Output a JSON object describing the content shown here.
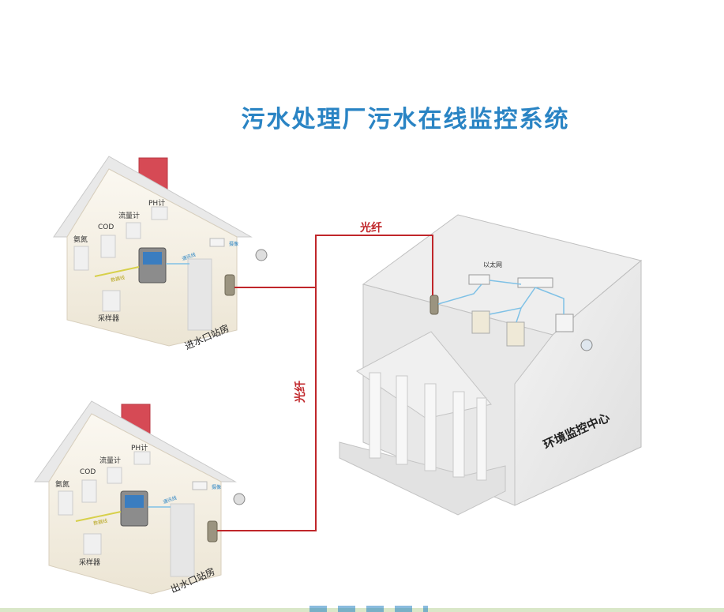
{
  "title": "污水处理厂污水在线监控系统",
  "house_top": {
    "labels": {
      "ph": "PH计",
      "flow": "流量计",
      "cod": "COD",
      "ammonia": "氨氮",
      "sampler": "采样器",
      "camera": "摄像",
      "wire_a": "通讯线",
      "wire_b": "数据线"
    },
    "room": "进水口站房"
  },
  "house_bottom": {
    "labels": {
      "ph": "PH计",
      "flow": "流量计",
      "cod": "COD",
      "ammonia": "氨氮",
      "sampler": "采样器",
      "camera": "摄像",
      "wire_a": "通讯线",
      "wire_b": "数据线"
    },
    "room": "出水口站房"
  },
  "links": {
    "fiber_top": "光纤",
    "fiber_vertical": "光纤"
  },
  "center": {
    "name": "环境监控中心",
    "network": "以太网"
  },
  "colors": {
    "title": "#2a84c4",
    "fiber": "#c0262a",
    "house_wall": "#f1ece0",
    "roof": "#e9e9e9",
    "chimney": "#d64a55",
    "network_line": "#7fc1e6"
  }
}
